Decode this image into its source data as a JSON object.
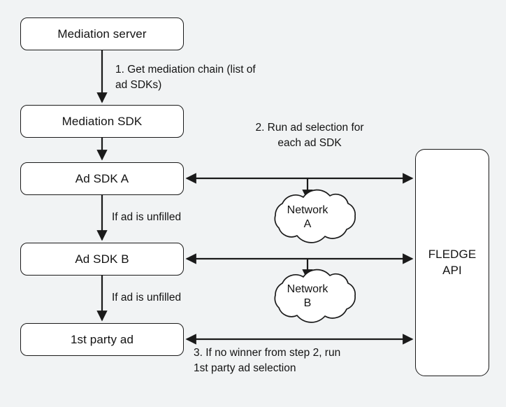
{
  "diagram": {
    "title": "Mediation waterfall with FLEDGE API ad selection",
    "background_color": "#f1f3f4",
    "stroke_color": "#1a1a1a",
    "node_fill_color": "#ffffff",
    "text_color": "#131313"
  },
  "nodes": {
    "mediation_server": "Mediation server",
    "mediation_sdk": "Mediation SDK",
    "ad_sdk_a": "Ad SDK A",
    "ad_sdk_b": "Ad SDK B",
    "first_party_ad": "1st party ad",
    "fledge_api_line1": "FLEDGE",
    "fledge_api_line2": "API"
  },
  "clouds": [
    {
      "name": "network-a",
      "line1": "Network",
      "line2": "A"
    },
    {
      "name": "network-b",
      "line1": "Network",
      "line2": "B"
    }
  ],
  "labels": {
    "step_1": "1. Get mediation chain (list of ad SDKs)",
    "step_2": "2. Run ad selection for each ad SDK",
    "step_3": "3. If no winner from step 2, run 1st party ad selection",
    "unfilled_a": "If ad is unfilled",
    "unfilled_b": "If ad is unfilled"
  }
}
